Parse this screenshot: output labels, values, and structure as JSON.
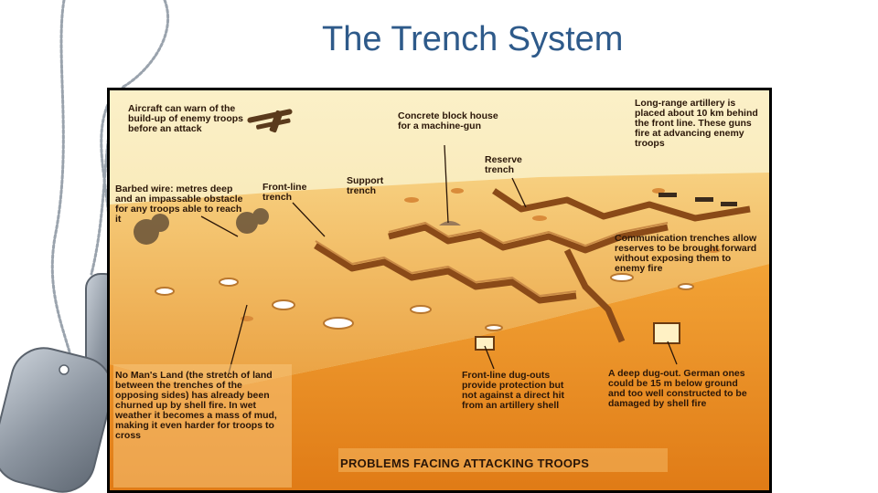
{
  "slide": {
    "title": "The Trench System"
  },
  "diagram": {
    "footer": "PROBLEMS FACING ATTACKING TROOPS",
    "labels": {
      "aircraft": "Aircraft can warn of the build-up of enemy troops before an attack",
      "concrete": "Concrete block house for a machine-gun",
      "artillery": "Long-range artillery is placed about 10 km behind the front line. These guns fire at advancing enemy troops",
      "reserve": "Reserve trench",
      "support": "Support trench",
      "frontline": "Front-line trench",
      "barbed": "Barbed wire: metres deep and an impassable obstacle for any troops able to reach it",
      "communication": "Communication trenches allow reserves to be brought forward without exposing them to enemy fire",
      "nomans": "No Man's Land (the stretch of land between the trenches of the opposing sides) has already been churned up by shell fire. In wet weather it becomes a mass of mud, making it even harder for troops to cross",
      "dugouts": "Front-line dug-outs provide protection but not against a direct hit from an artillery shell",
      "deepdugout": "A deep dug-out. German ones could be 15 m below ground and too well constructed to be damaged by shell fire"
    }
  }
}
